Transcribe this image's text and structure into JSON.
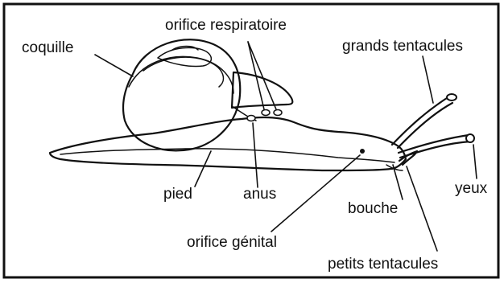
{
  "diagram": {
    "labels": {
      "coquille": "coquille",
      "orifice_respiratoire": "orifice respiratoire",
      "grands_tentacules": "grands tentacules",
      "yeux": "yeux",
      "pied": "pied",
      "anus": "anus",
      "bouche": "bouche",
      "orifice_genital": "orifice génital",
      "petits_tentacules": "petits tentacules"
    }
  }
}
